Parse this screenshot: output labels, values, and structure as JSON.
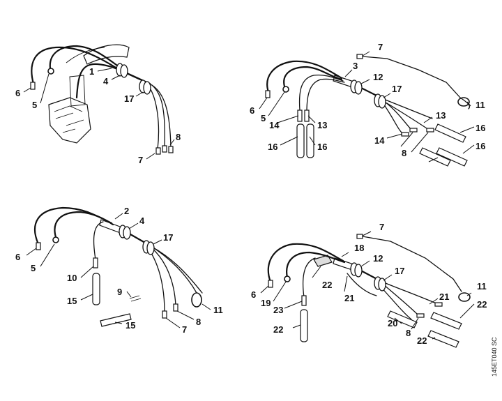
{
  "figure_code": "145ET040 SC",
  "callouts": {
    "p1": [
      "1",
      "4",
      "17",
      "6",
      "5",
      "8",
      "7"
    ],
    "p2": [
      "7",
      "3",
      "12",
      "17",
      "11",
      "6",
      "5",
      "14",
      "13",
      "16",
      "16",
      "13",
      "14",
      "8",
      "16",
      "16"
    ],
    "p3": [
      "2",
      "4",
      "17",
      "6",
      "5",
      "10",
      "15",
      "9",
      "11",
      "8",
      "7",
      "15"
    ],
    "p4": [
      "7",
      "18",
      "12",
      "17",
      "11",
      "6",
      "19",
      "23",
      "22",
      "21",
      "21",
      "22",
      "20",
      "8",
      "22",
      "22"
    ]
  }
}
